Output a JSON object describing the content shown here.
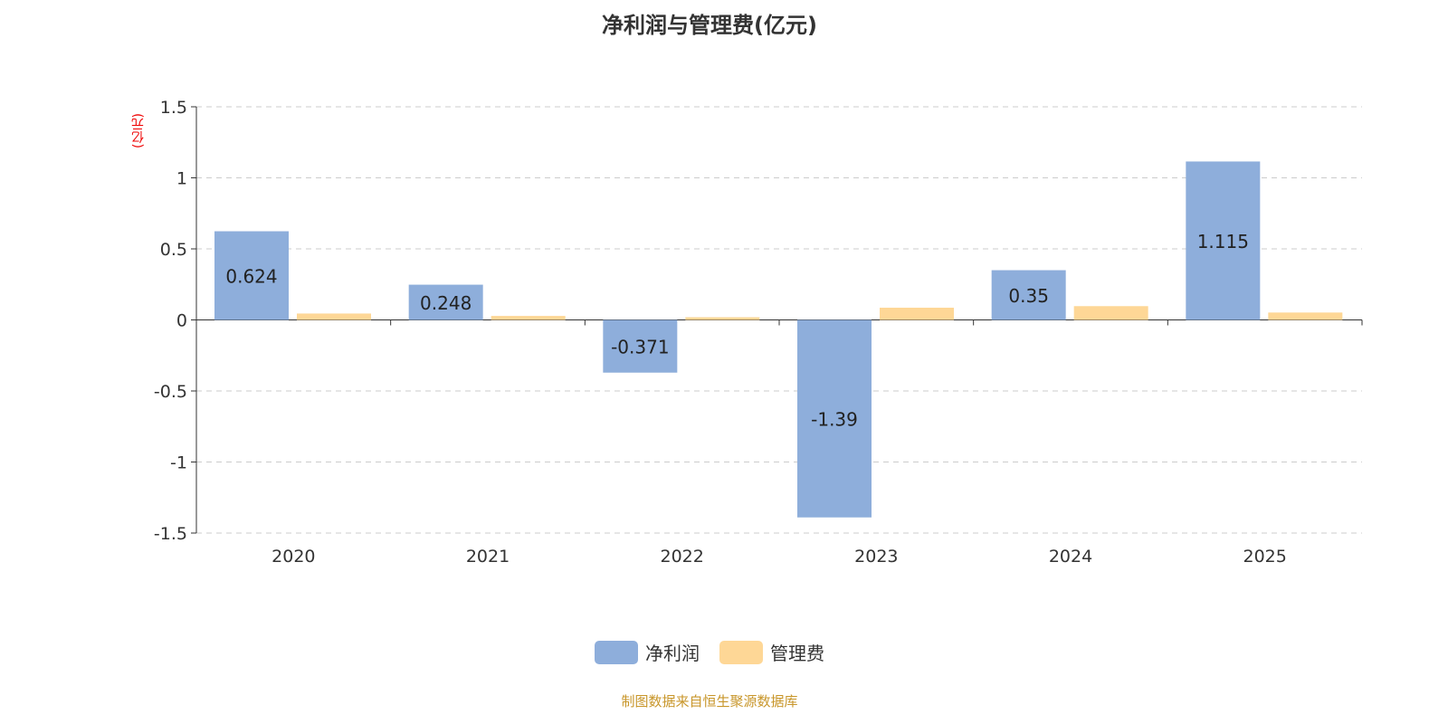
{
  "chart_data": {
    "type": "bar",
    "title": "净利润与管理费(亿元)",
    "ylabel": "(亿元)",
    "xlabel": "",
    "categories": [
      "2020",
      "2021",
      "2022",
      "2023",
      "2024",
      "2025"
    ],
    "series": [
      {
        "name": "净利润",
        "color": "#8eaedb",
        "values": [
          0.624,
          0.248,
          -0.371,
          -1.39,
          0.35,
          1.115
        ],
        "labels": [
          "0.624",
          "0.248",
          "-0.371",
          "-1.39",
          "0.35",
          "1.115"
        ]
      },
      {
        "name": "管理费",
        "color": "#fed796",
        "values": [
          0.045,
          0.028,
          0.019,
          0.086,
          0.097,
          0.052
        ]
      }
    ],
    "ylim": [
      -1.5,
      1.5
    ],
    "yticks": [
      "-1.5",
      "-1",
      "-0.5",
      "0",
      "0.5",
      "1",
      "1.5"
    ],
    "grid": true,
    "legend": "bottom-center"
  },
  "source": "制图数据来自恒生聚源数据库"
}
